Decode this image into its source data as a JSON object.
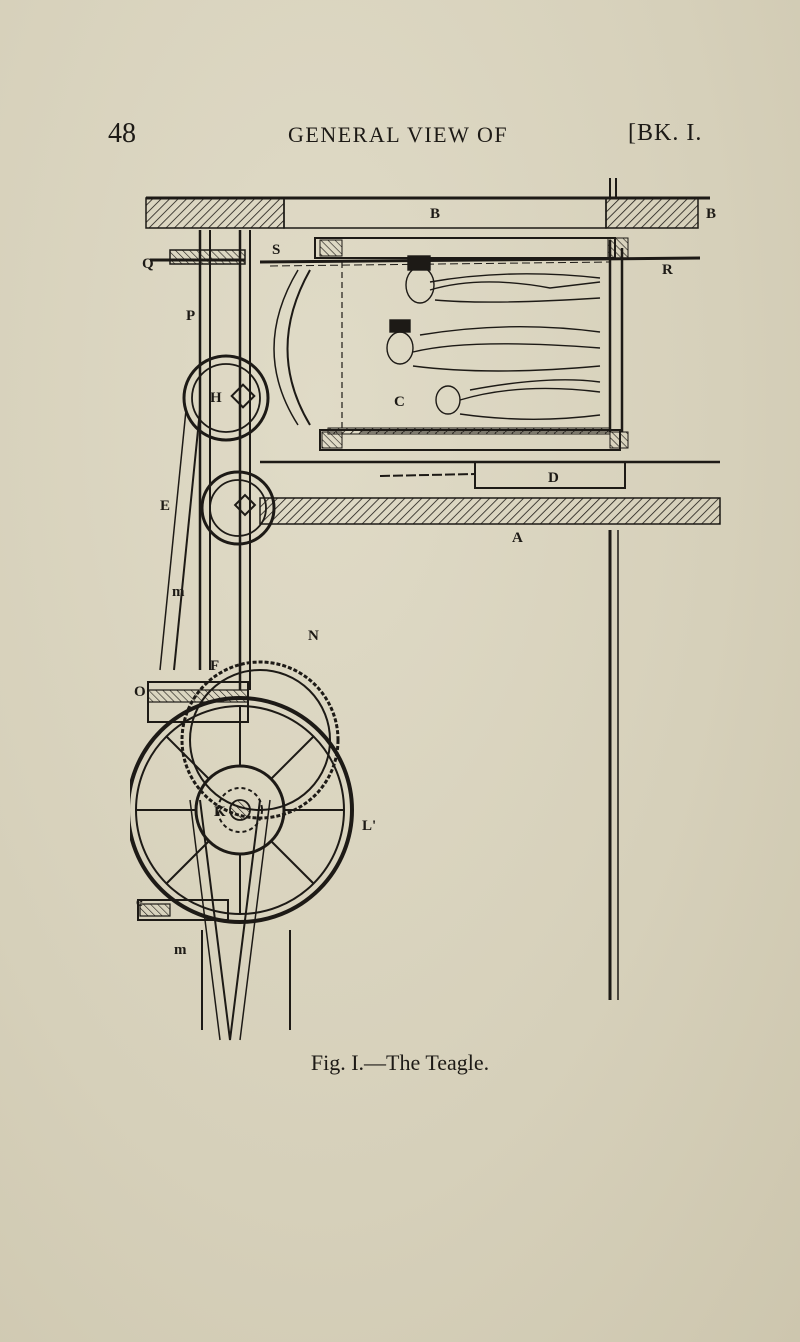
{
  "header": {
    "page_number": "48",
    "running_head": "GENERAL VIEW OF",
    "section_ref": "[BK. I."
  },
  "figure": {
    "caption": "Fig. I.—The Teagle.",
    "labels": {
      "B_top": "B",
      "B_right": "B",
      "Q": "Q",
      "P": "P",
      "H": "H",
      "E": "E",
      "S": "S",
      "R": "R",
      "C": "C",
      "D": "D",
      "A": "A",
      "N": "N",
      "K": "K",
      "L": "L'",
      "F": "F",
      "O": "O",
      "m1": "m",
      "m2": "m",
      "e": "e"
    }
  }
}
